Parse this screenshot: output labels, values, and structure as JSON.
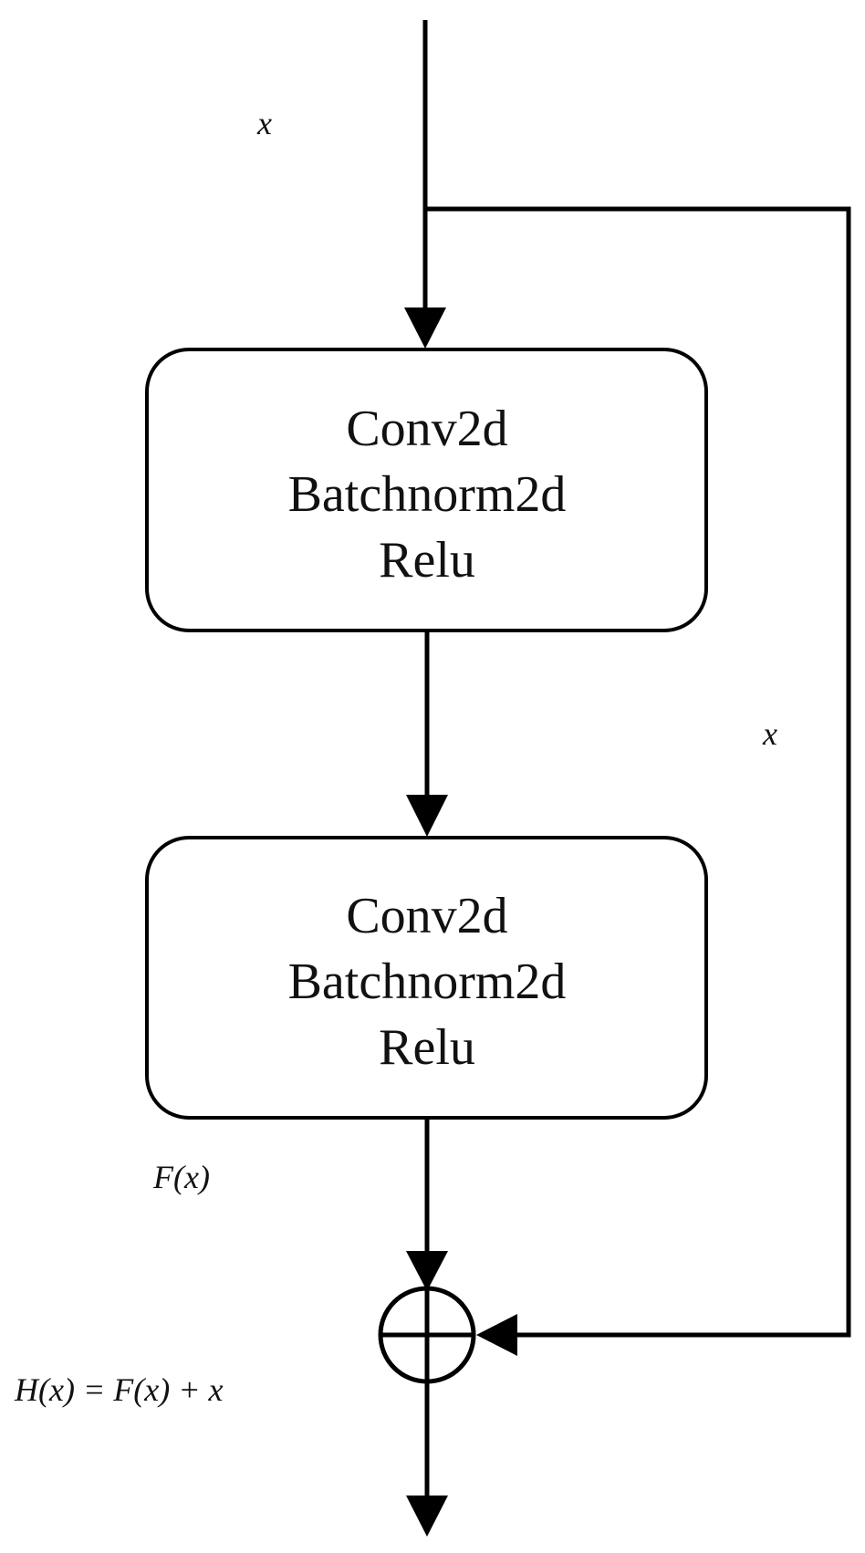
{
  "input_label": "x",
  "skip_label": "x",
  "residual_label": "F(x)",
  "output_label": "H(x) = F(x) + x",
  "blocks": [
    {
      "lines": [
        "Conv2d",
        "Batchnorm2d",
        "Relu"
      ]
    },
    {
      "lines": [
        "Conv2d",
        "Batchnorm2d",
        "Relu"
      ]
    }
  ]
}
